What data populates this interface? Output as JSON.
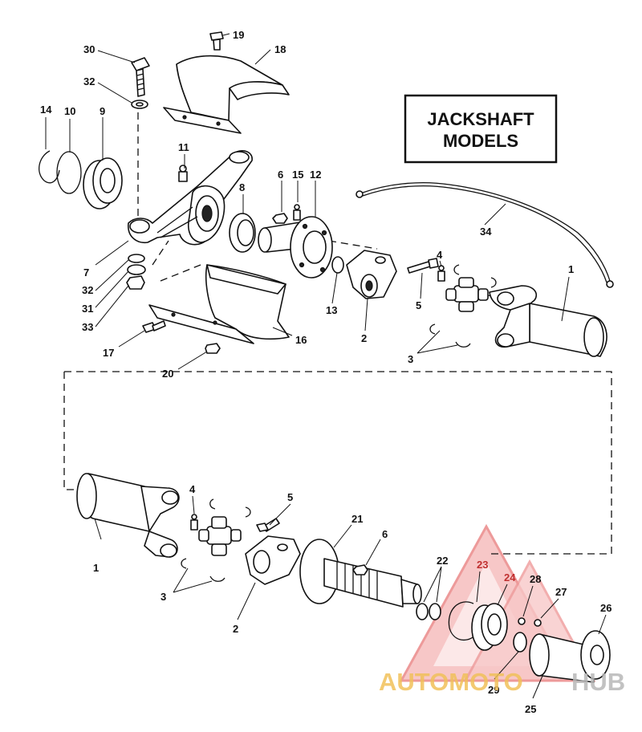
{
  "title_lines": [
    "JACKSHAFT",
    "MODELS"
  ],
  "callouts": {
    "c30": "30",
    "c19": "19",
    "c18": "18",
    "c32a": "32",
    "c14": "14",
    "c10": "10",
    "c9": "9",
    "c11": "11",
    "c6a": "6",
    "c15": "15",
    "c12": "12",
    "c8": "8",
    "c34": "34",
    "c4a": "4",
    "c1a": "1",
    "c7": "7",
    "c32b": "32",
    "c31": "31",
    "c33": "33",
    "c13": "13",
    "c2a": "2",
    "c5a": "5",
    "c3a": "3",
    "c17": "17",
    "c16": "16",
    "c20": "20",
    "c4b": "4",
    "c5b": "5",
    "c21": "21",
    "c6b": "6",
    "c22": "22",
    "c23": "23",
    "c24": "24",
    "c28": "28",
    "c27": "27",
    "c26": "26",
    "c1b": "1",
    "c3b": "3",
    "c2b": "2",
    "c29": "29",
    "c25": "25"
  },
  "watermark": {
    "part1": "AUTOMOTO",
    "part2": "HUB"
  },
  "colors": {
    "ink": "#111111",
    "watermark_red": "#e04848",
    "watermark_gold": "#f1c15a",
    "watermark_gray": "#b8b8b8"
  }
}
